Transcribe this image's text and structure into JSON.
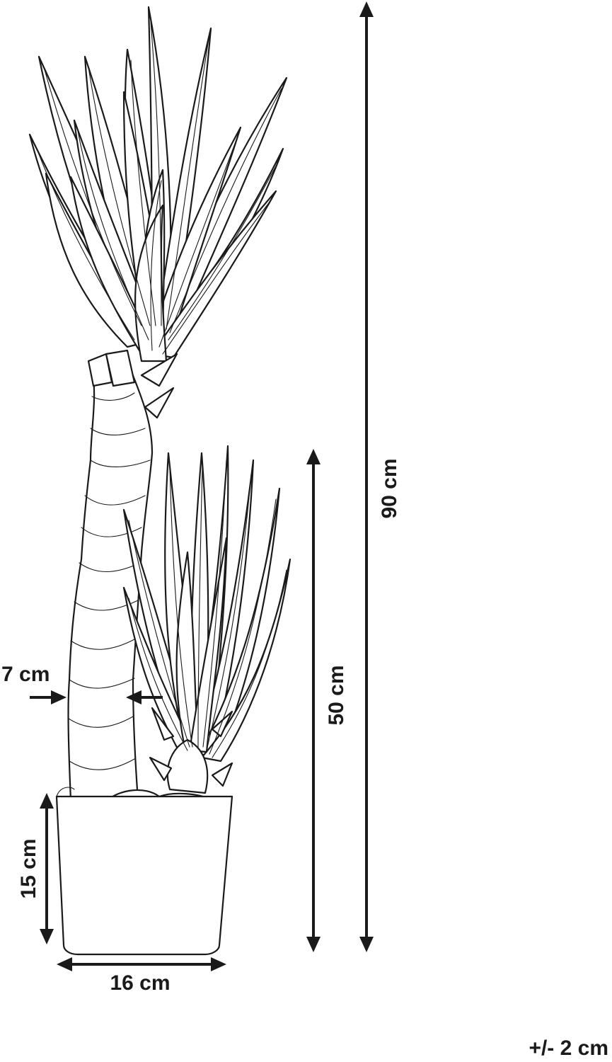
{
  "dimensions": {
    "total_height": "90 cm",
    "side_plant_height": "50 cm",
    "trunk_width": "7 cm",
    "pot_height": "15 cm",
    "pot_width": "16 cm",
    "tolerance": "+/- 2 cm"
  },
  "colors": {
    "line": "#1a1a1a",
    "background": "#ffffff"
  }
}
